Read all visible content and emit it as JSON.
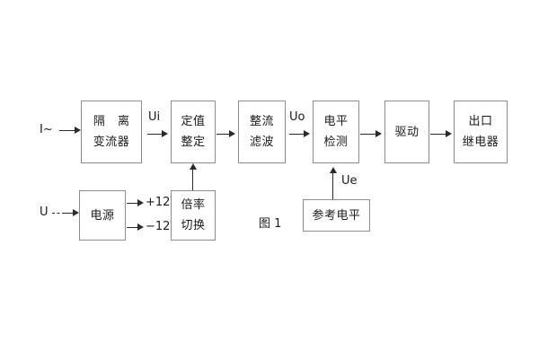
{
  "figure": {
    "caption": "图 1",
    "background": "#ffffff",
    "box_border_color": "#8d8d8d",
    "line_color": "#2b2b2b"
  },
  "inputs": [
    {
      "id": "current-input",
      "label": "I~"
    },
    {
      "id": "voltage-input",
      "label": "U"
    }
  ],
  "blocks": [
    {
      "id": "isolation-transformer",
      "line1": "隔 离",
      "line2": "变流器"
    },
    {
      "id": "setting-value",
      "line1": "定值",
      "line2": "整定"
    },
    {
      "id": "rectifier-filter",
      "line1": "整流",
      "line2": "滤波"
    },
    {
      "id": "level-detection",
      "line1": "电平",
      "line2": "检测"
    },
    {
      "id": "driver",
      "line1": "驱动",
      "line2": ""
    },
    {
      "id": "output-relay",
      "line1": "出口",
      "line2": "继电器"
    },
    {
      "id": "power-supply",
      "line1": "电源",
      "line2": ""
    },
    {
      "id": "multiplier-switch",
      "line1": "倍率",
      "line2": "切换"
    },
    {
      "id": "reference-level",
      "line1": "参考电平",
      "line2": ""
    }
  ],
  "signals": [
    {
      "id": "ui",
      "label": "Ui"
    },
    {
      "id": "uo",
      "label": "Uo"
    },
    {
      "id": "ue",
      "label": "Ue"
    }
  ],
  "rails": [
    {
      "id": "rail-positive",
      "label": "+12V"
    },
    {
      "id": "rail-negative",
      "label": "−12V"
    }
  ]
}
